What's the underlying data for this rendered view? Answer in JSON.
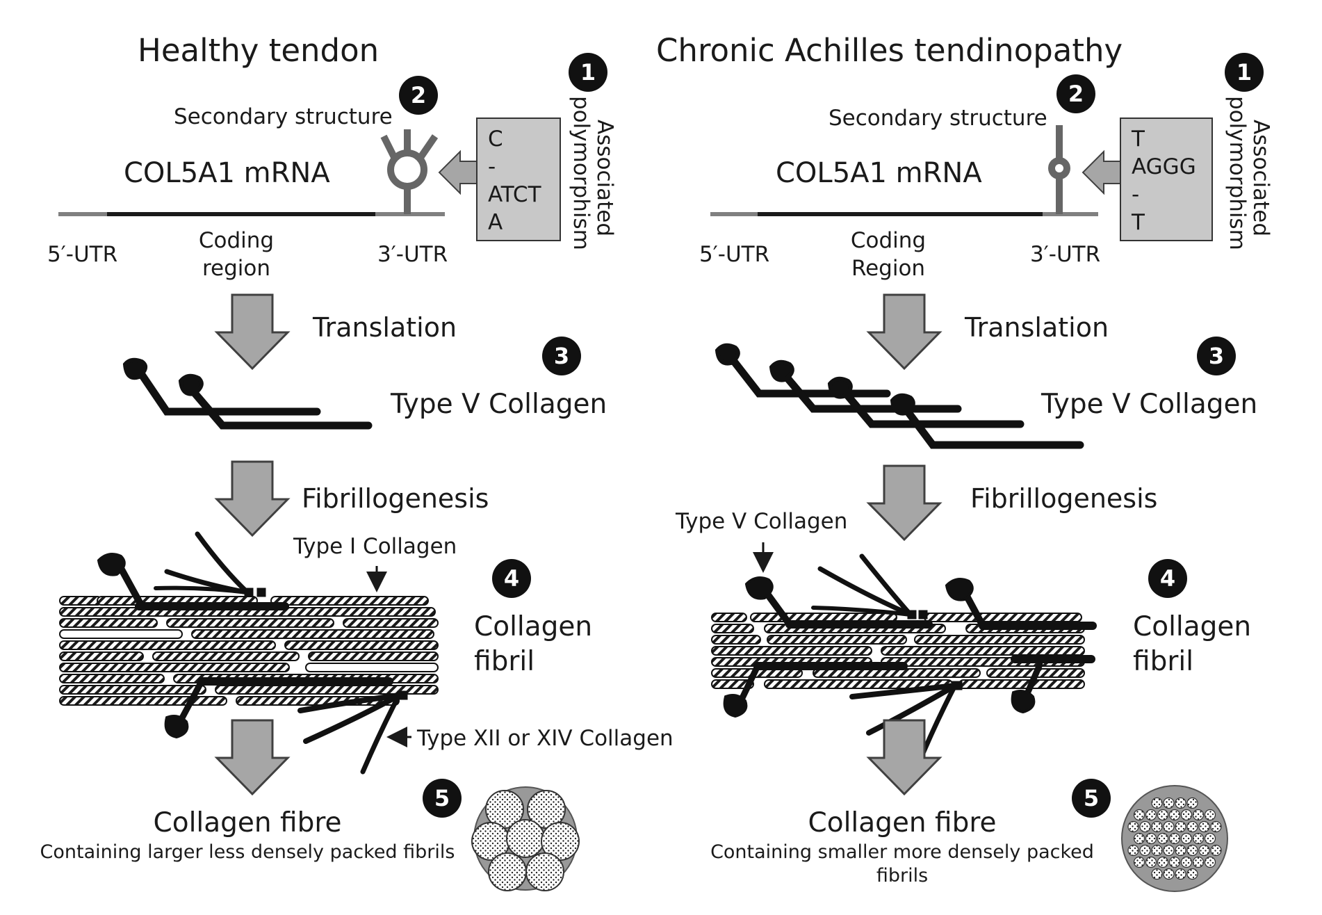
{
  "panels": [
    {
      "title": "Healthy tendon",
      "secondary_structure": "Secondary structure",
      "mrna": "COL5A1 mRNA",
      "utr5": "5′-UTR",
      "coding": [
        "Coding",
        "region"
      ],
      "utr3": "3′-UTR",
      "polymorphism_label": [
        "Associated",
        "polymorphism"
      ],
      "sequence": [
        "C",
        "-",
        "ATCT",
        "A"
      ],
      "translation": "Translation",
      "type_v": "Type V Collagen",
      "fibrillogenesis": "Fibrillogenesis",
      "type_i": "Type I Collagen",
      "type_xii": "Type XII or XIV Collagen",
      "collagen_fibril": [
        "Collagen",
        "fibril"
      ],
      "collagen_fibre": "Collagen fibre",
      "fibre_description": [
        "Containing larger less densely packed fibrils"
      ],
      "step_numbers": [
        "1",
        "2",
        "3",
        "4",
        "5"
      ]
    },
    {
      "title": "Chronic Achilles tendinopathy",
      "secondary_structure": "Secondary structure",
      "mrna": "COL5A1 mRNA",
      "utr5": "5′-UTR",
      "coding": [
        "Coding",
        "Region"
      ],
      "utr3": "3′-UTR",
      "polymorphism_label": [
        "Associated",
        "polymorphism"
      ],
      "sequence": [
        "T",
        "AGGG",
        "-",
        "T"
      ],
      "translation": "Translation",
      "type_v": "Type V Collagen",
      "fibrillogenesis": "Fibrillogenesis",
      "type_v_arrow": "Type V Collagen",
      "collagen_fibril": [
        "Collagen",
        "fibril"
      ],
      "collagen_fibre": "Collagen fibre",
      "fibre_description": [
        "Containing smaller more densely packed",
        "fibrils"
      ],
      "step_numbers": [
        "1",
        "2",
        "3",
        "4",
        "5"
      ]
    }
  ],
  "colors": {
    "arrow_fill": "#a6a6a6",
    "arrow_stroke": "#404040",
    "seq_box": "#c8c8c8",
    "mrna_line": "#1a1a1a",
    "utr_line": "#808080",
    "badge": "#111111",
    "fibre_disc": "#999999"
  }
}
